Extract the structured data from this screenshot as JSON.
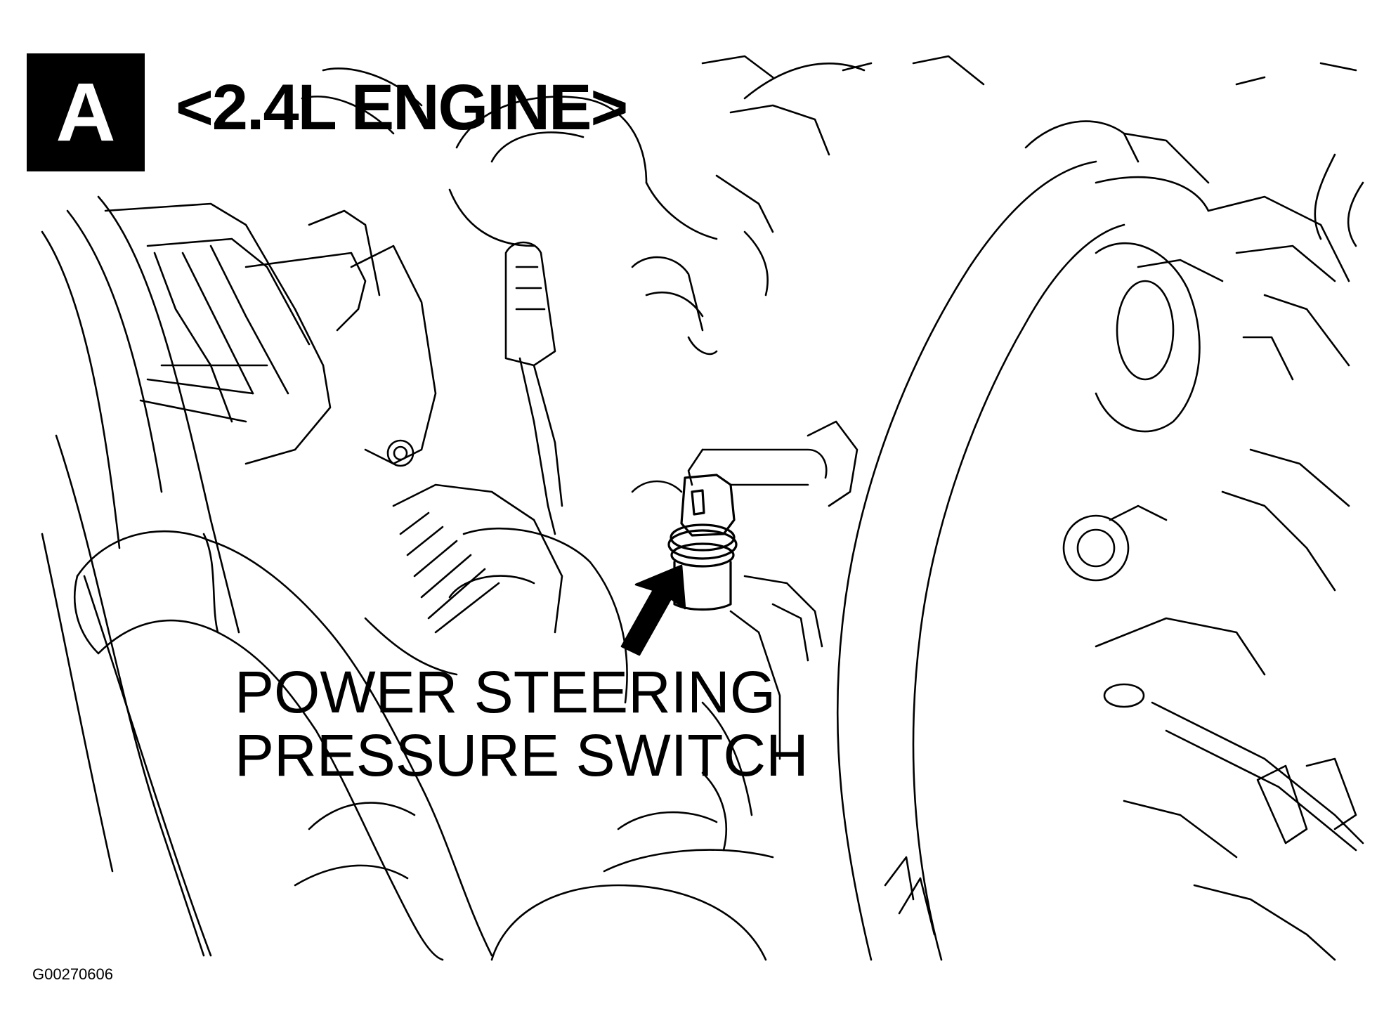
{
  "panel": {
    "badge_letter": "A",
    "heading": "<2.4L ENGINE>"
  },
  "callout": {
    "line1": "POWER STEERING",
    "line2": "PRESSURE SWITCH"
  },
  "figure_id": "G00270606",
  "colors": {
    "ink": "#000000",
    "paper": "#ffffff"
  }
}
